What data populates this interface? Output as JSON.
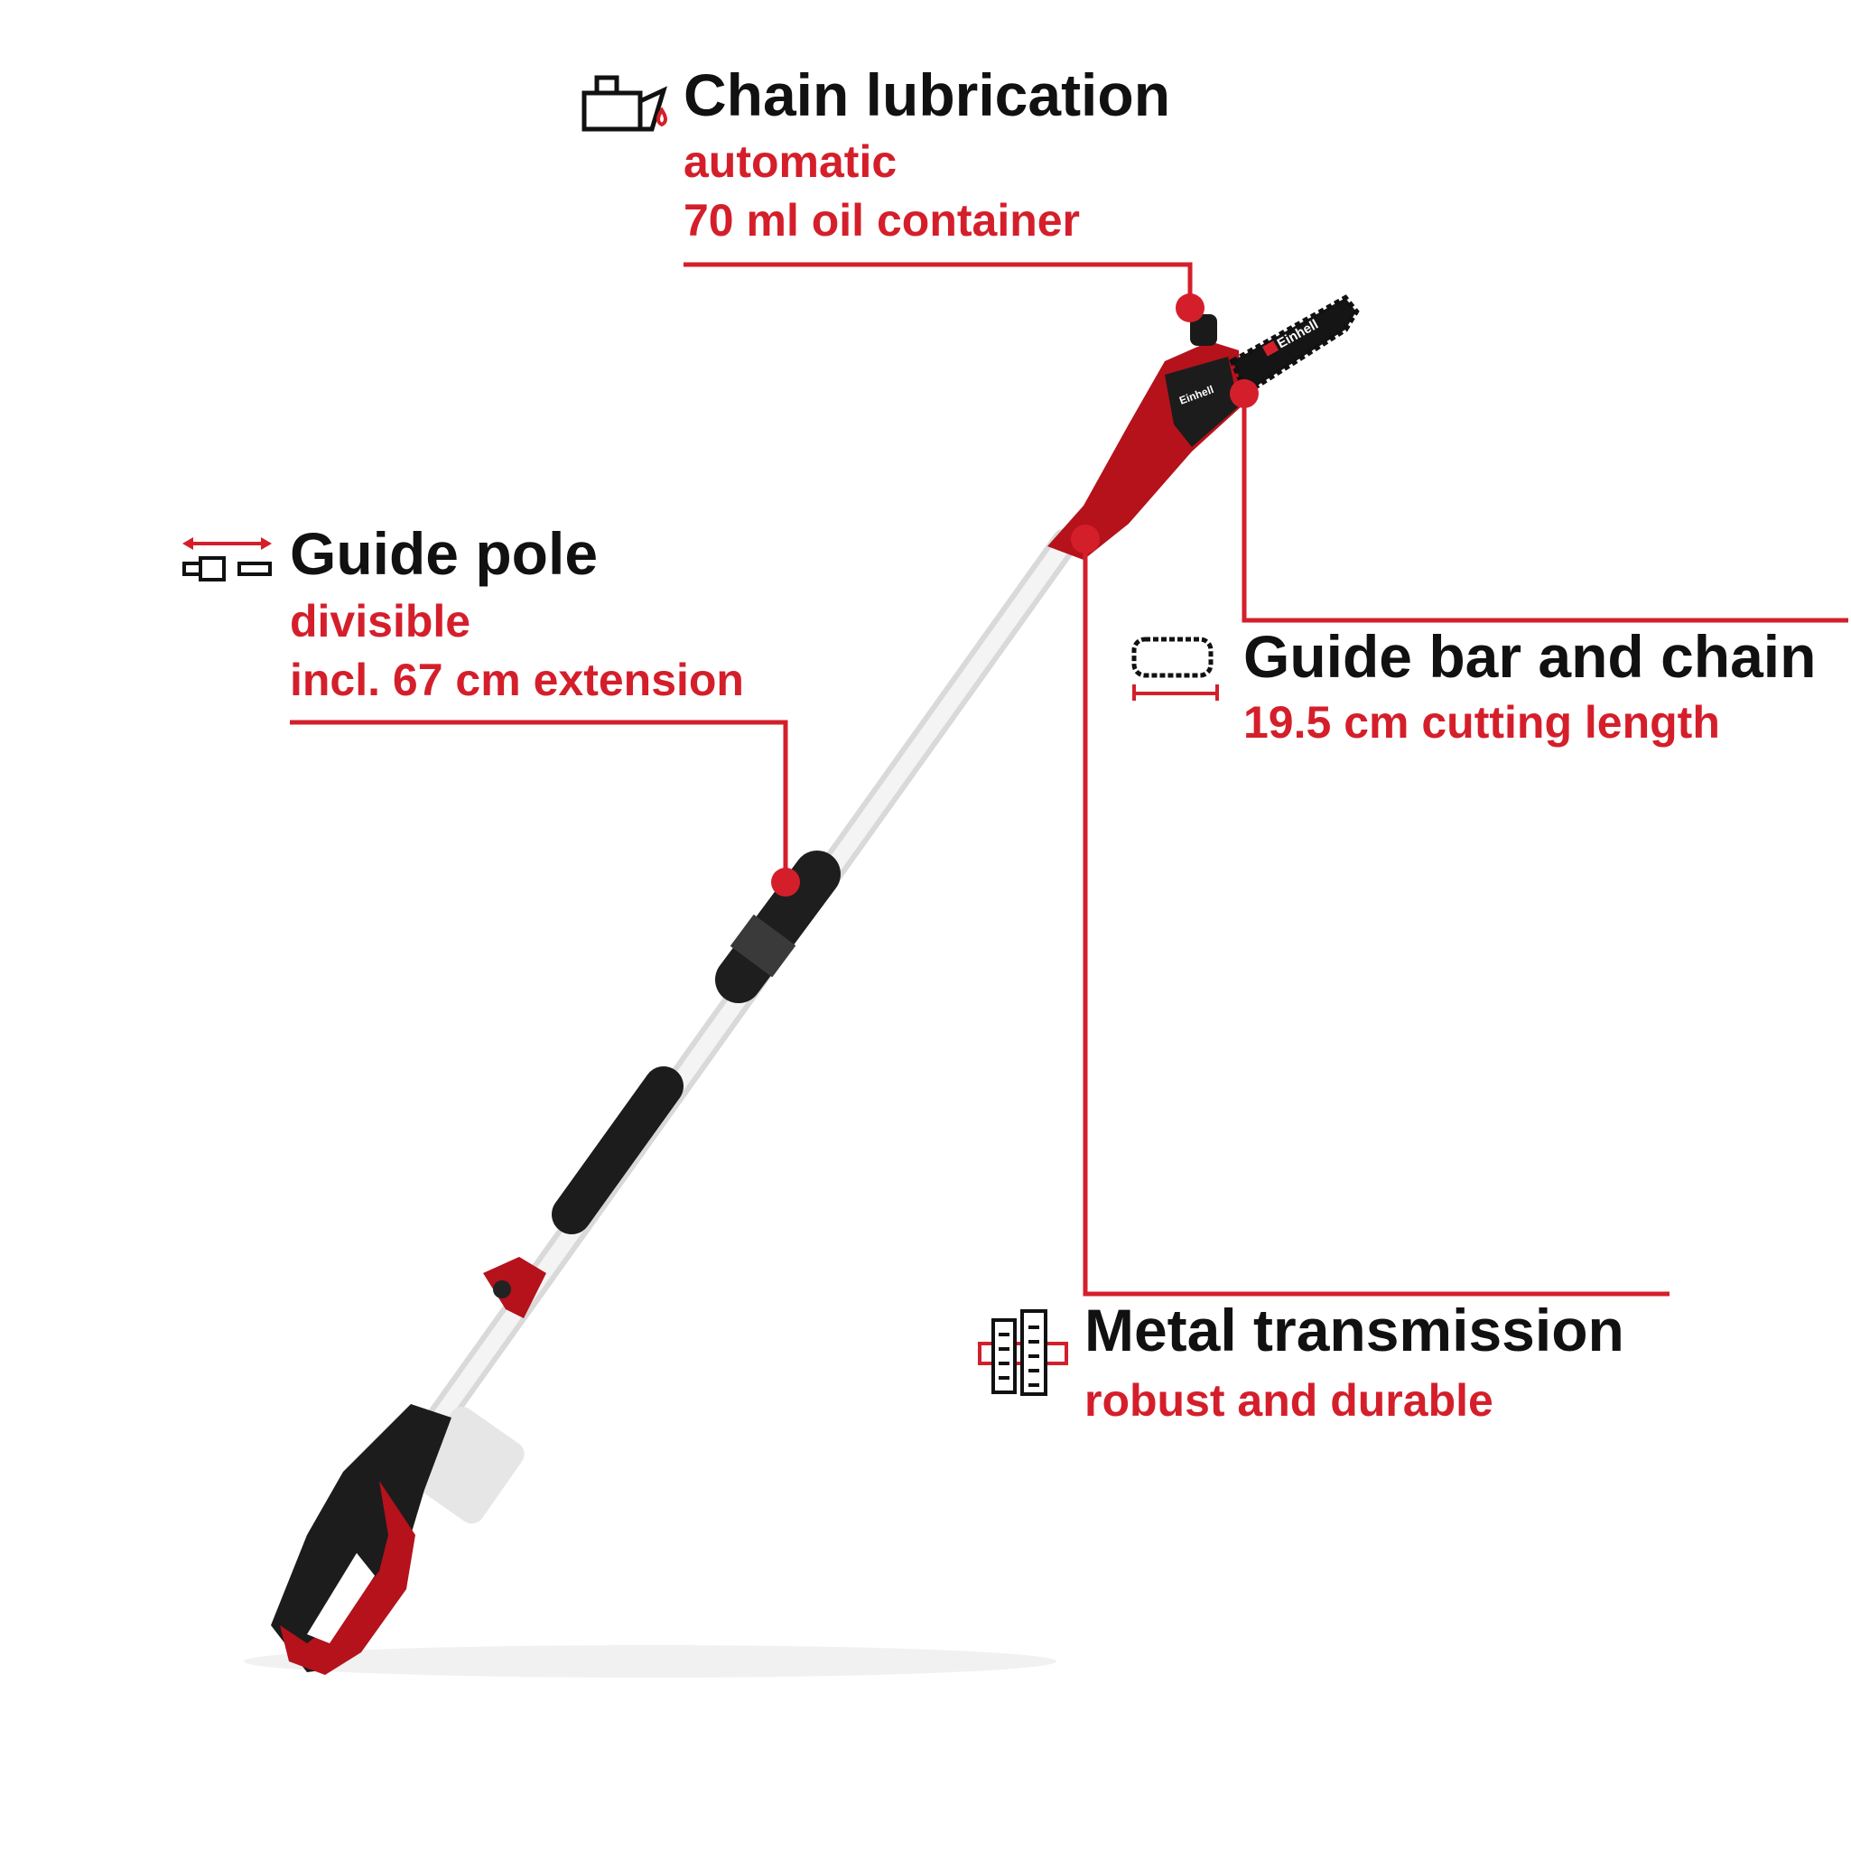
{
  "colors": {
    "accent": "#d41f2b",
    "text": "#111111",
    "tool_red": "#b5121b",
    "tool_black": "#1c1c1c",
    "pole": "#eeeeee"
  },
  "features": [
    {
      "id": "chain-lubrication",
      "icon": "oil-can-icon",
      "title": "Chain lubrication",
      "lines": [
        "automatic",
        "70 ml oil container"
      ]
    },
    {
      "id": "guide-pole",
      "icon": "telescopic-pole-icon",
      "title": "Guide pole",
      "lines": [
        "divisible",
        "incl. 67 cm extension"
      ]
    },
    {
      "id": "guide-bar-and-chain",
      "icon": "chain-bar-icon",
      "title": "Guide bar and chain",
      "lines": [
        "19.5 cm cutting length"
      ]
    },
    {
      "id": "metal-transmission",
      "icon": "gearbox-icon",
      "title": "Metal transmission",
      "lines": [
        "robust and durable"
      ]
    }
  ],
  "product": {
    "brand": "Einhell"
  }
}
